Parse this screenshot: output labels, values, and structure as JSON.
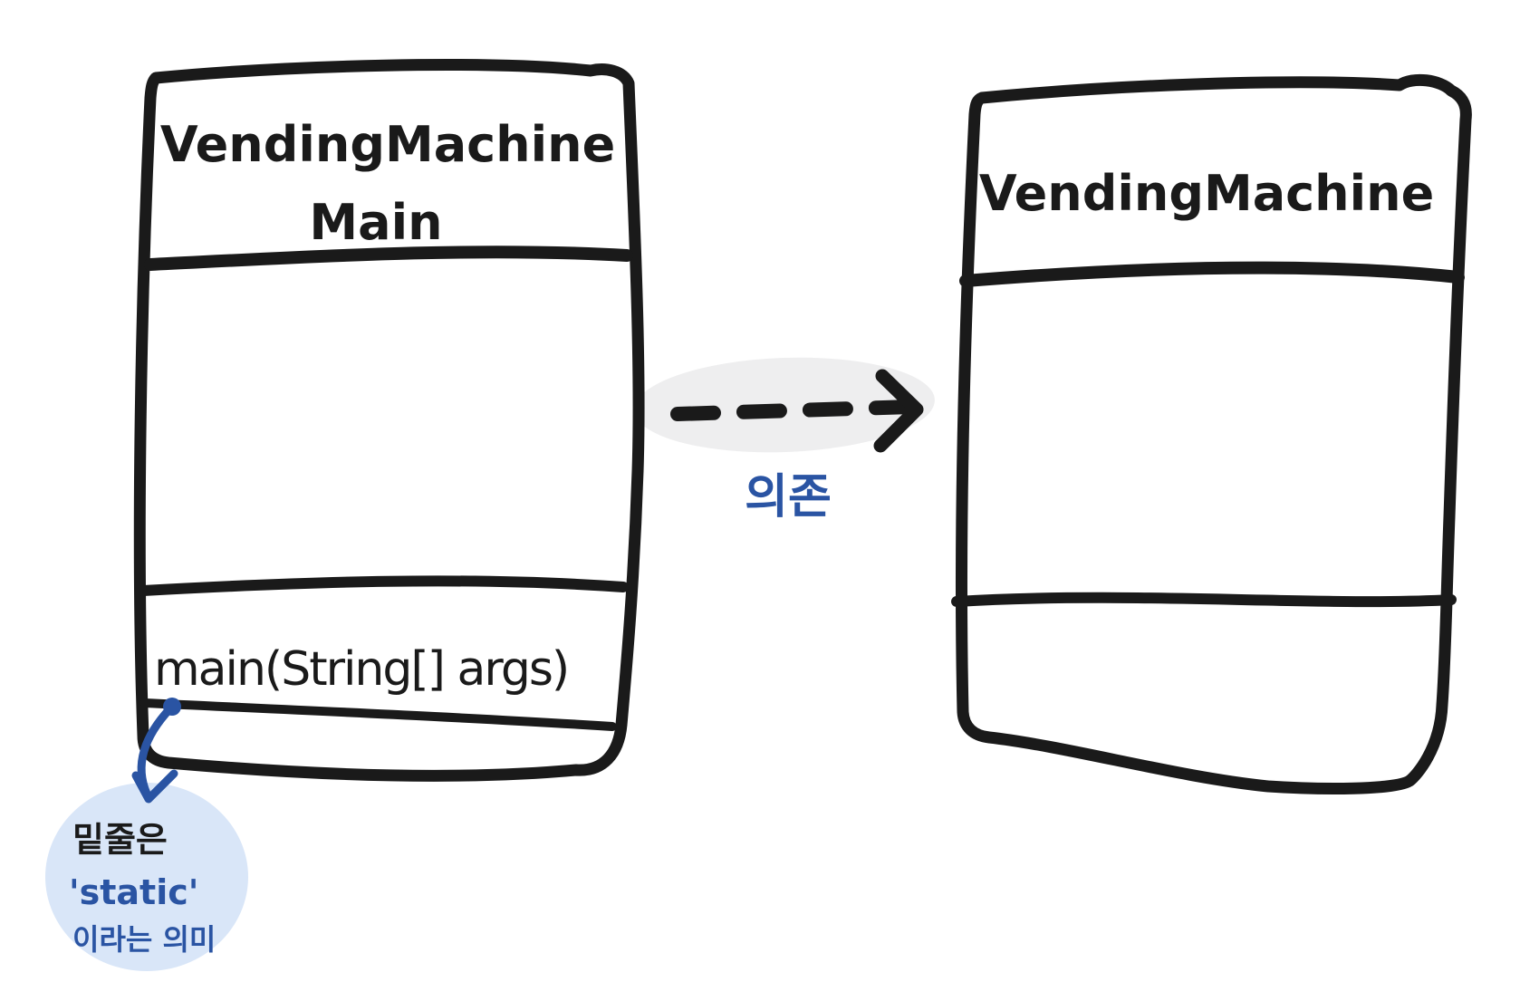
{
  "colors": {
    "ink": "#1a1a1a",
    "blue": "#2a54a3",
    "bubble_fill": "#d9e6f8",
    "highlight": "#eeeeef",
    "box_fill": "#ffffff"
  },
  "left_class": {
    "name_line1": "VendingMachine",
    "name_line2": "Main",
    "method": "main(String[] args)"
  },
  "right_class": {
    "name": "VendingMachine"
  },
  "dependency_arrow": {
    "label": "의존",
    "style": "dashed"
  },
  "static_note": {
    "line1": "밑줄은",
    "line2": "'static'",
    "line3": "이라는 의미"
  }
}
